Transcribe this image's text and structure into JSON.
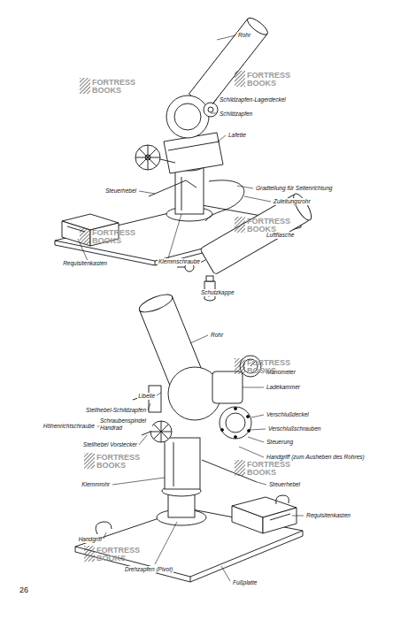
{
  "diagram": {
    "labels": [
      "Rohr",
      "Schildzapfen-Lagerdeckel",
      "Schildzapfen",
      "Lafette",
      "Steuerhebel",
      "Gradteilung für Seitenrichtung",
      "Zuleitungsrohr",
      "Requisitenkasten",
      "Klemmschraube",
      "Luftflasche",
      "Schutzkappe",
      "Rohr",
      "Manometer",
      "Libelle",
      "Ladekammer",
      "Stellhebel-Schildzapfen",
      "Verschlußdeckel",
      "Höhenrichtschraube",
      "Schraubenspindel Handrad",
      "Verschlußschrauben",
      "Stellhebel Vorstecker",
      "Steuerung",
      "Handgriff (zum Ausheben des Rohres)",
      "Klemmrohr",
      "Steuerhebel",
      "Requisitenkasten",
      "Handgriff",
      "Drehzapfen (Pivot)",
      "Fußplatte",
      "26",
      "FORTRESS BOOKS",
      "FORTRESS BOOKS",
      "FORTRESS BOOKS",
      "FORTRESS BOOKS",
      "FORTRESS BOOKS",
      "FORTRESS BOOKS",
      "FORTRESS BOOKS",
      "FORTRESS BOOKS"
    ]
  }
}
